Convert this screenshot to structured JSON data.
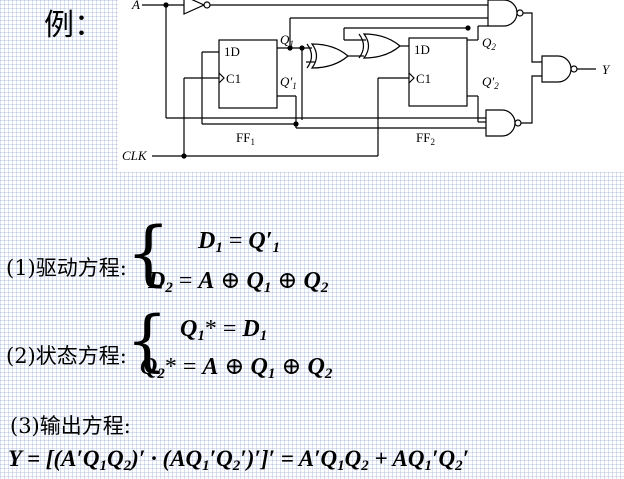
{
  "heading": "例：",
  "circuit": {
    "input_a": "A",
    "input_clk": "CLK",
    "output_y": "Y",
    "ff1": {
      "d_pin": "1D",
      "c_pin": "C1",
      "label": "FF",
      "label_sub": "1",
      "q": "Q",
      "q_sub": "1",
      "qn": "Q′",
      "qn_sub": "1"
    },
    "ff2": {
      "d_pin": "1D",
      "c_pin": "C1",
      "label": "FF",
      "label_sub": "2",
      "q": "Q",
      "q_sub": "2",
      "qn": "Q′",
      "qn_sub": "2"
    }
  },
  "section1": {
    "label": "(1)驱动方程:",
    "eq1": {
      "lhs": "D",
      "lhs_sub": "1",
      "eq": " = ",
      "rhs": "Q′",
      "rhs_sub": "1"
    },
    "eq2": {
      "lhs": "D",
      "lhs_sub": "2",
      "eq": " = ",
      "a": "A",
      "xor": " ⊕ ",
      "q1": "Q",
      "q1_sub": "1",
      "xor2": " ⊕ ",
      "q2": "Q",
      "q2_sub": "2"
    }
  },
  "section2": {
    "label": "(2)状态方程:",
    "eq1": {
      "lhs": "Q",
      "lhs_sub": "1",
      "star": "* = ",
      "rhs": "D",
      "rhs_sub": "1"
    },
    "eq2": {
      "lhs": "Q",
      "lhs_sub": "2",
      "star": "* = ",
      "a": "A",
      "xor": " ⊕ ",
      "q1": "Q",
      "q1_sub": "1",
      "xor2": " ⊕ ",
      "q2": "Q",
      "q2_sub": "2"
    }
  },
  "section3": {
    "label": "(3)输出方程:",
    "expr": {
      "y": "Y",
      "p1": " = [(A′Q",
      "s1": "1",
      "p2": "Q",
      "s2": "2",
      "p3": ")′ · (AQ",
      "s3": "1",
      "p4": "′Q",
      "s4": "2",
      "p5": "′)′]′ = A′Q",
      "s5": "1",
      "p6": "Q",
      "s6": "2",
      "p7": " + AQ",
      "s7": "1",
      "p8": "′Q",
      "s8": "2",
      "p9": "′"
    }
  }
}
